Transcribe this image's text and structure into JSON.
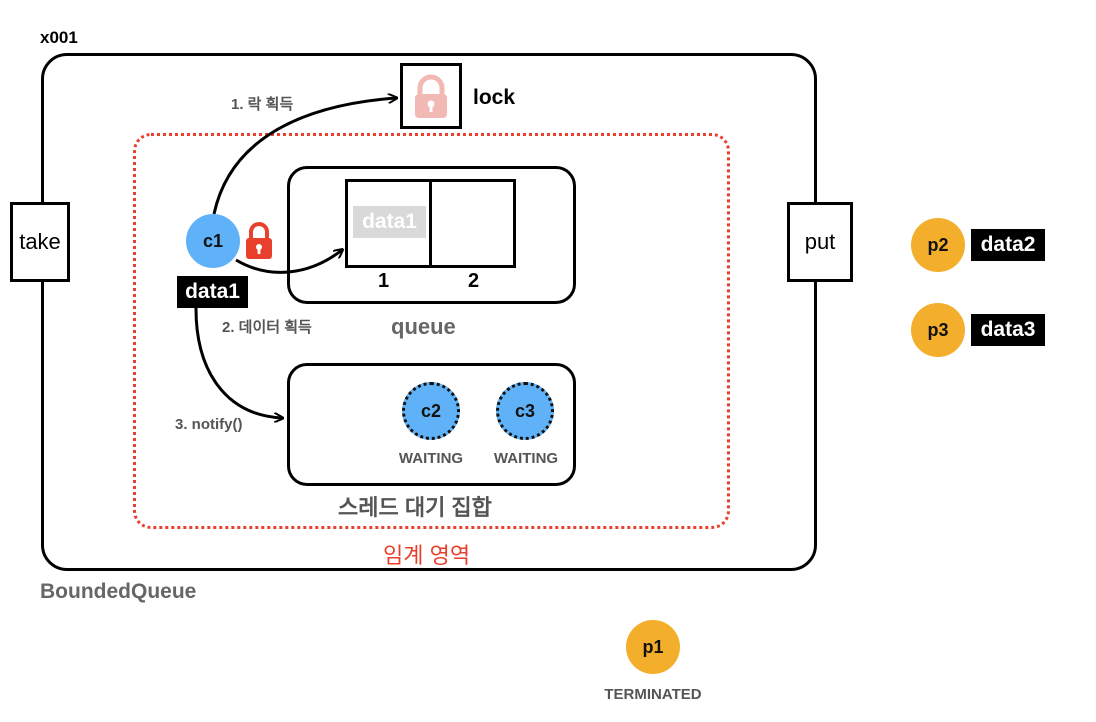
{
  "instance_id": "x001",
  "class_name": "BoundedQueue",
  "critical_section_label": "임계 영역",
  "colors": {
    "critical_border": "#e8402c",
    "consumer_thread": "#5fb2f7",
    "producer_thread": "#f3ae2b",
    "lock_icon_faded": "#f2b8b4",
    "lock_icon_held": "#e8402c"
  },
  "ports": {
    "take_label": "take",
    "put_label": "put"
  },
  "lock": {
    "label": "lock",
    "icon": "padlock-icon"
  },
  "queue": {
    "label": "queue",
    "slots": [
      {
        "index_label": "1",
        "content": "data1"
      },
      {
        "index_label": "2",
        "content": ""
      }
    ]
  },
  "wait_set": {
    "label": "스레드 대기 집합",
    "threads": [
      {
        "name": "c2",
        "state": "WAITING"
      },
      {
        "name": "c3",
        "state": "WAITING"
      }
    ]
  },
  "active_consumer": {
    "name": "c1",
    "held_data": "data1",
    "icon": "padlock-icon"
  },
  "steps": {
    "step1": "1. 락 획득",
    "step2": "2. 데이터 획득",
    "step3": "3. notify()"
  },
  "producers_waiting": [
    {
      "name": "p2",
      "data": "data2"
    },
    {
      "name": "p3",
      "data": "data3"
    }
  ],
  "terminated_producer": {
    "name": "p1",
    "state": "TERMINATED"
  }
}
